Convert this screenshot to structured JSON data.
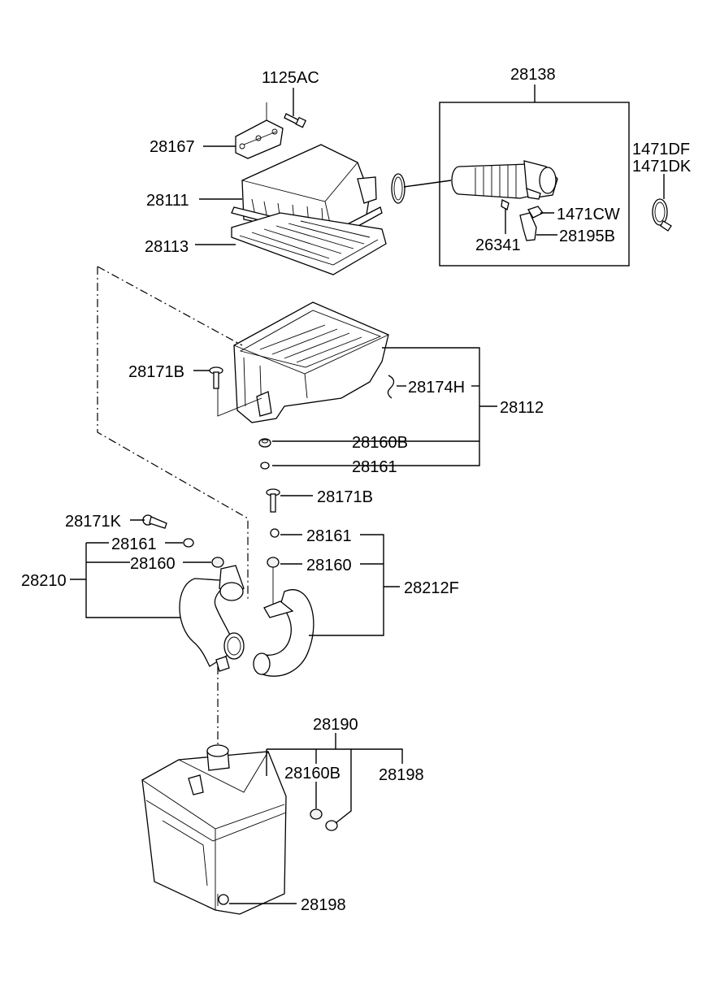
{
  "labels": {
    "p1125AC": "1125AC",
    "p28138": "28138",
    "p1471DF": "1471DF",
    "p1471DK": "1471DK",
    "p28167": "28167",
    "p28111": "28111",
    "p28113": "28113",
    "p1471CW": "1471CW",
    "p26341": "26341",
    "p28195B": "28195B",
    "p28171B_a": "28171B",
    "p28174H": "28174H",
    "p28112": "28112",
    "p28160B_a": "28160B",
    "p28161_a": "28161",
    "p28171B_b": "28171B",
    "p28171K": "28171K",
    "p28161_b": "28161",
    "p28161_c": "28161",
    "p28160_a": "28160",
    "p28160_b": "28160",
    "p28210": "28210",
    "p28212F": "28212F",
    "p28190": "28190",
    "p28160B_b": "28160B",
    "p28198_a": "28198",
    "p28198_b": "28198"
  }
}
